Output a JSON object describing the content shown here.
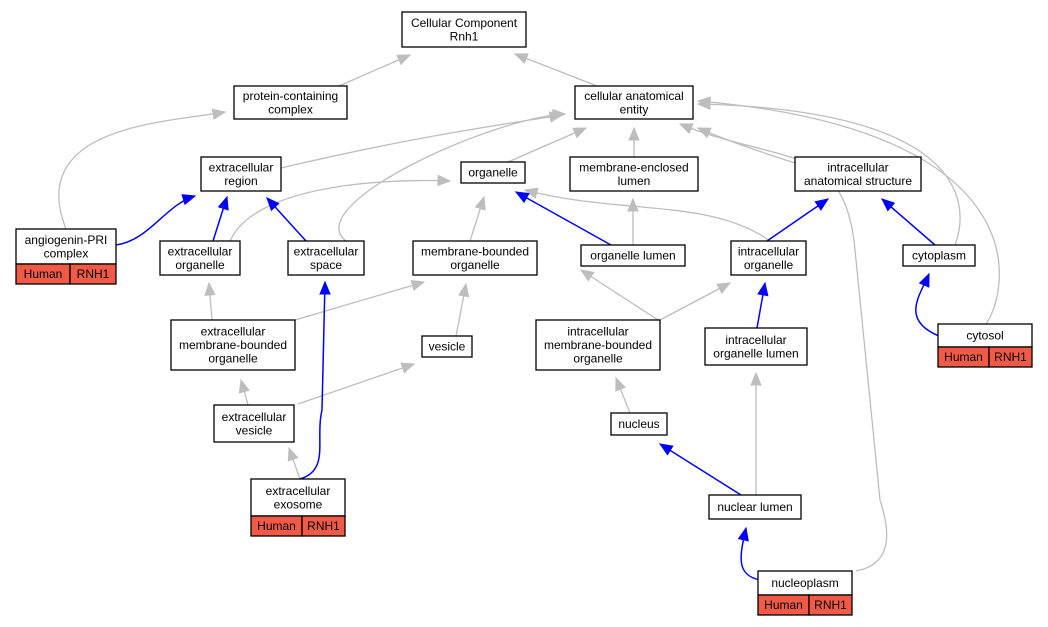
{
  "colors": {
    "is_a_edge": "#bdbdbd",
    "part_of_edge": "#0000ff",
    "annotation_fill": "#f05a46",
    "node_fill": "#ffffff",
    "node_border": "#000000"
  },
  "nodes": {
    "root": {
      "lines": [
        "Cellular Component",
        "Rnh1"
      ]
    },
    "protein_containing_complex": {
      "lines": [
        "protein-containing",
        "complex"
      ]
    },
    "cellular_anatomical_entity": {
      "lines": [
        "cellular anatomical",
        "entity"
      ]
    },
    "extracellular_region": {
      "lines": [
        "extracellular",
        "region"
      ]
    },
    "organelle": {
      "lines": [
        "organelle"
      ]
    },
    "membrane_enclosed_lumen": {
      "lines": [
        "membrane-enclosed",
        "lumen"
      ]
    },
    "intracellular_anatomical_structure": {
      "lines": [
        "intracellular",
        "anatomical structure"
      ]
    },
    "angiogenin_pri_complex": {
      "lines": [
        "angiogenin-PRI",
        "complex"
      ],
      "annotation": [
        "Human",
        "RNH1"
      ]
    },
    "extracellular_organelle": {
      "lines": [
        "extracellular",
        "organelle"
      ]
    },
    "extracellular_space": {
      "lines": [
        "extracellular",
        "space"
      ]
    },
    "membrane_bounded_organelle": {
      "lines": [
        "membrane-bounded",
        "organelle"
      ]
    },
    "organelle_lumen": {
      "lines": [
        "organelle lumen"
      ]
    },
    "intracellular_organelle": {
      "lines": [
        "intracellular",
        "organelle"
      ]
    },
    "cytoplasm": {
      "lines": [
        "cytoplasm"
      ]
    },
    "extracellular_membrane_bounded_organelle": {
      "lines": [
        "extracellular",
        "membrane-bounded",
        "organelle"
      ]
    },
    "vesicle": {
      "lines": [
        "vesicle"
      ]
    },
    "intracellular_membrane_bounded_organelle": {
      "lines": [
        "intracellular",
        "membrane-bounded",
        "organelle"
      ]
    },
    "intracellular_organelle_lumen": {
      "lines": [
        "intracellular",
        "organelle lumen"
      ]
    },
    "cytosol": {
      "lines": [
        "cytosol"
      ],
      "annotation": [
        "Human",
        "RNH1"
      ]
    },
    "extracellular_vesicle": {
      "lines": [
        "extracellular",
        "vesicle"
      ]
    },
    "nucleus": {
      "lines": [
        "nucleus"
      ]
    },
    "extracellular_exosome": {
      "lines": [
        "extracellular",
        "exosome"
      ],
      "annotation": [
        "Human",
        "RNH1"
      ]
    },
    "nuclear_lumen": {
      "lines": [
        "nuclear lumen"
      ]
    },
    "nucleoplasm": {
      "lines": [
        "nucleoplasm"
      ],
      "annotation": [
        "Human",
        "RNH1"
      ]
    }
  }
}
